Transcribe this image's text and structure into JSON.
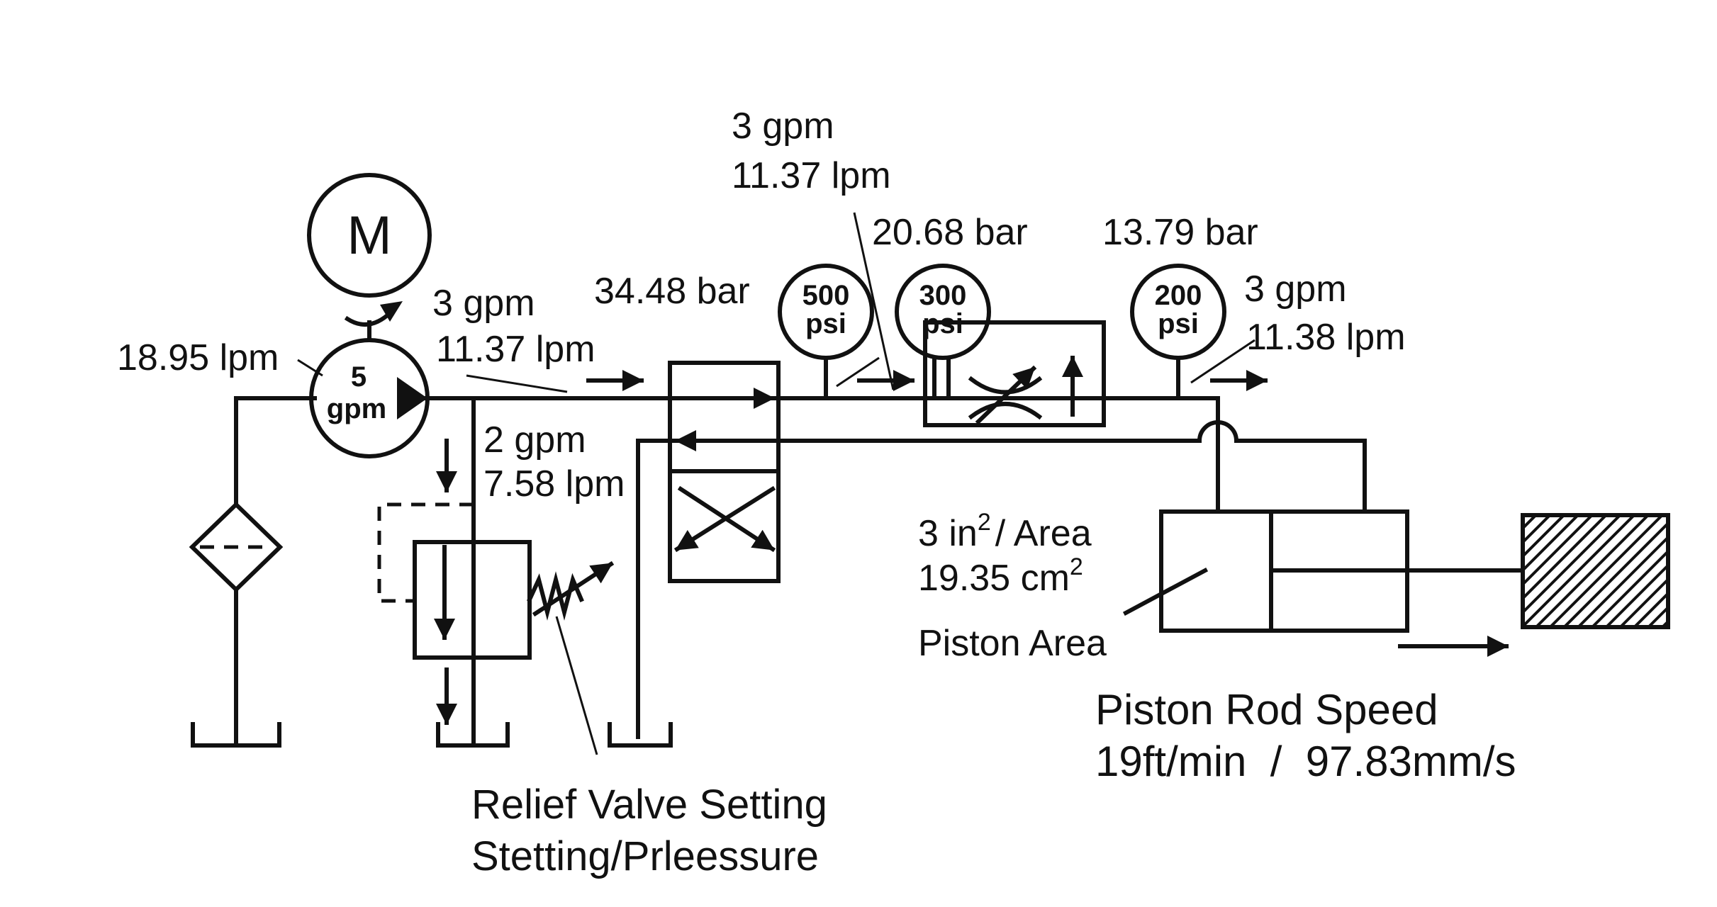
{
  "motor": {
    "symbol": "M"
  },
  "pump": {
    "line1": "5",
    "line2": "gpm"
  },
  "labels": {
    "pump_flow_lpm": "18.95 lpm",
    "supply_flow_gpm": "3 gpm",
    "supply_flow_lpm": "11.37 lpm",
    "relief_flow_gpm": "2 gpm",
    "relief_flow_lpm": "7.58 lpm",
    "valve_pressure": "34.48 bar",
    "top_flow_gpm": "3 gpm",
    "top_flow_lpm": "11.37 lpm",
    "control_pressure": "20.68 bar",
    "outlet_pressure": "13.79 bar",
    "outlet_flow_gpm": "3 gpm",
    "outlet_flow_lpm": "11.38 lpm",
    "area_line1": "3 in",
    "area_sup1": "2",
    "area_line1_tail": "/ Area",
    "area_line2": "19.35 cm",
    "area_sup2": "2",
    "piston_area": "Piston Area",
    "rod_speed_title": "Piston Rod Speed",
    "rod_speed_value": "19ft/min  /  97.83mm/s",
    "relief_line1": "Relief Valve Setting",
    "relief_line2": "Stetting/Prleessure"
  },
  "gauges": [
    {
      "value": "500",
      "unit": "psi"
    },
    {
      "value": "300",
      "unit": "psi"
    },
    {
      "value": "200",
      "unit": "psi"
    }
  ]
}
